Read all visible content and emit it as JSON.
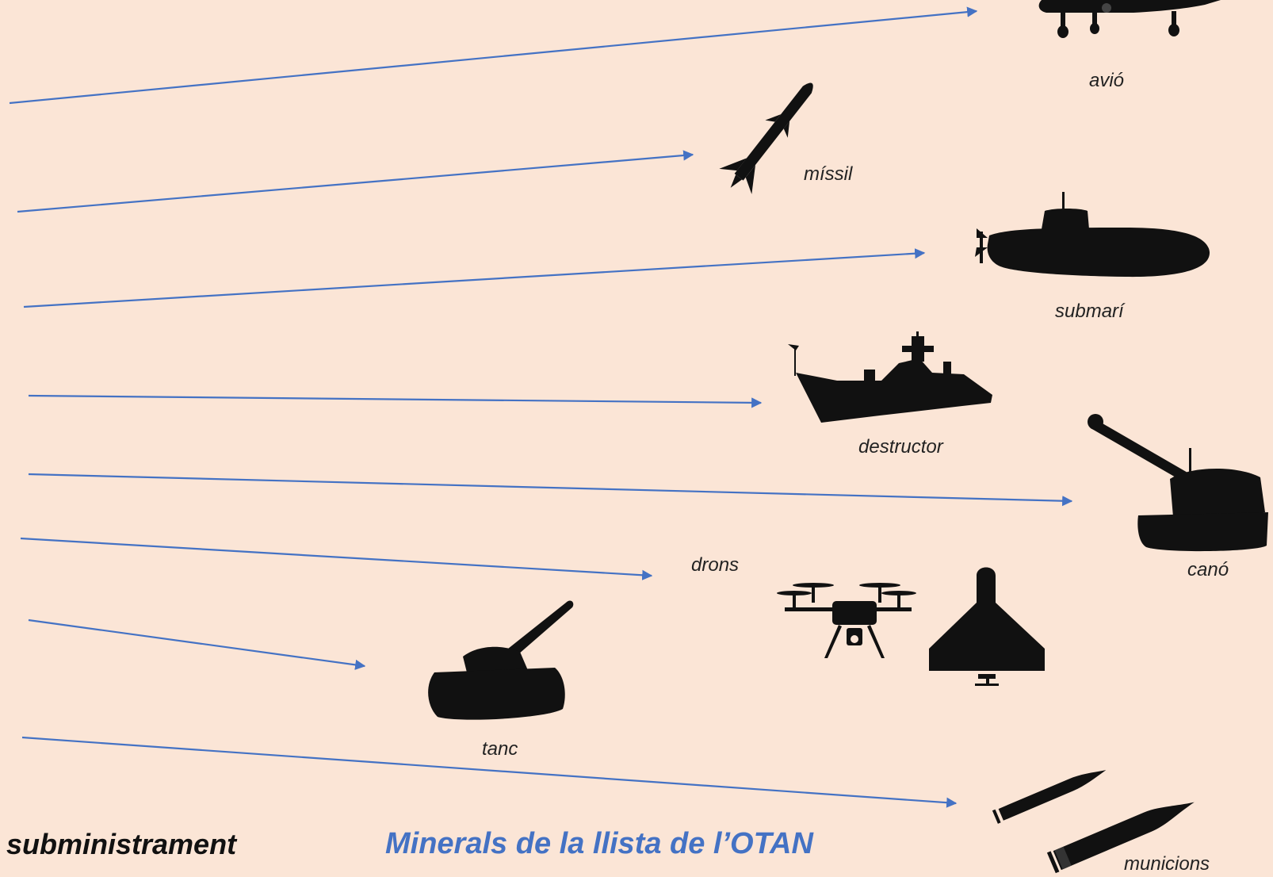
{
  "colors": {
    "background": "#fbe5d6",
    "arrow": "#4472c4",
    "silhouette": "#111111",
    "footer_title": "#4472c4"
  },
  "items": [
    {
      "id": "plane",
      "label": "avió",
      "icon": "plane-icon"
    },
    {
      "id": "missile",
      "label": "míssil",
      "icon": "missile-icon"
    },
    {
      "id": "submarine",
      "label": "submarí",
      "icon": "submarine-icon"
    },
    {
      "id": "destroyer",
      "label": "destructor",
      "icon": "destroyer-ship-icon"
    },
    {
      "id": "cannon",
      "label": "canó",
      "icon": "artillery-cannon-icon"
    },
    {
      "id": "drones",
      "label": "drons",
      "icon": "drone-icon"
    },
    {
      "id": "tank",
      "label": "tanc",
      "icon": "tank-icon"
    },
    {
      "id": "munitions",
      "label": "municions",
      "icon": "ammunition-icon"
    }
  ],
  "footer": {
    "left_label": "subministrament",
    "title": "Minerals de la llista de l’OTAN"
  }
}
